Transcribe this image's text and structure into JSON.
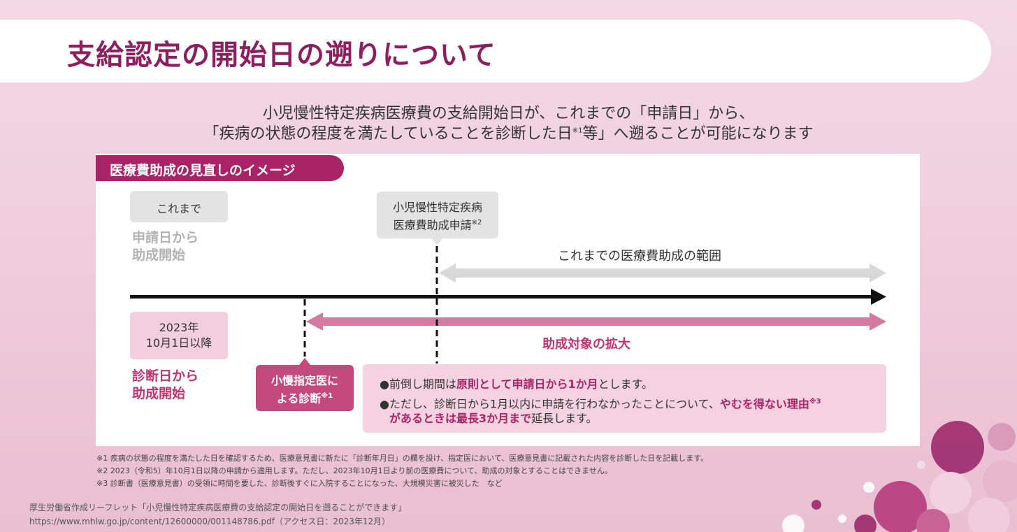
{
  "title": "支給認定の開始日の遡りについて",
  "intro": {
    "line1": "小児慢性特定疾病医療費の支給開始日が、これまでの「申請日」から、",
    "line2_a": "「疾病の状態の程度を満たしていることを診断した日",
    "line2_sup": "※1",
    "line2_b": "等」へ遡ることが可能になります"
  },
  "tag": "医療費助成の見直しのイメージ",
  "before": {
    "box": "これまで",
    "label_line1": "申請日から",
    "label_line2": "助成開始"
  },
  "after": {
    "box_line1": "2023年",
    "box_line2": "10月1日以降",
    "label_line1": "診断日から",
    "label_line2": "助成開始"
  },
  "application_box": {
    "line1": "小児慢性特定疾病",
    "line2": "医療費助成申請",
    "sup": "※2"
  },
  "diagnosis_box": {
    "line1": "小慢指定医に",
    "line2": "よる診断",
    "sup": "※1"
  },
  "range_old": "これまでの医療費助成の範囲",
  "range_new": "助成対象の拡大",
  "notes": {
    "n1_a": "●前倒し期間は",
    "n1_hl": "原則として申請日から1か月",
    "n1_b": "とします。",
    "n2_a": "●ただし、診断日から1月以内に申請を行わなかったことについて、",
    "n2_hl1": "やむを得ない理由",
    "n2_sup": "※3",
    "n2_hl2": "があるときは最長3か月まで",
    "n2_b": "延長します。"
  },
  "footnotes": {
    "f1": "※1 疾病の状態の程度を満たした日を確認するため、医療意見書に新たに「診断年月日」の欄を設け、指定医において、医療意見書に記載された内容を診断した日を記載します。",
    "f2": "※2 2023（令和5）年10月1日以降の申請から適用します。ただし、2023年10月1日より前の医療費について、助成の対象とすることはできません。",
    "f3": "※3 診断書（医療意見書）の受領に時間を要した、診断後すぐに入院することになった、大規模災害に被災した　など"
  },
  "source": {
    "line1": "厚生労働省作成リーフレット「小児慢性特定疾病医療費の支給認定の開始日を遡ることができます」",
    "line2": "https://www.mhlw.go.jp/content/12600000/001148786.pdf（アクセス日：2023年12月）"
  },
  "colors": {
    "title": "#8e1f5e",
    "accent": "#a82466",
    "pink_arrow": "#d27aa0",
    "gray_arrow": "#d8d8d8",
    "timeline": "#111111"
  }
}
